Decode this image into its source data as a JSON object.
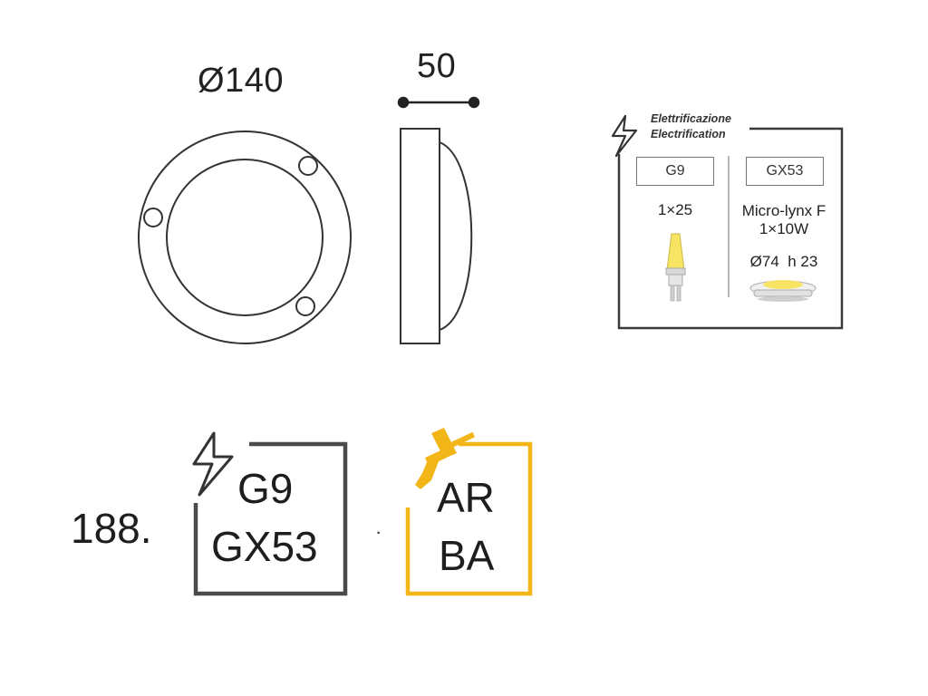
{
  "drawing": {
    "front_dimension": "Ø140",
    "side_dimension": "50"
  },
  "electrification_panel": {
    "title_it": "Elettrificazione",
    "title_en": "Electrification",
    "icon": "lightning-bolt-icon",
    "options": [
      {
        "socket": "G9",
        "spec": "1×25",
        "lamp_icon": "g9-capsule-bulb-icon"
      },
      {
        "socket": "GX53",
        "spec_line1": "Micro-lynx F",
        "spec_line2": "1×10W",
        "size": "Ø74  h 23",
        "lamp_icon": "gx53-disc-lamp-icon"
      }
    ]
  },
  "product": {
    "number": "188.",
    "sockets_line1": "G9",
    "sockets_line2": "GX53",
    "separator": "·",
    "finish_line1": "AR",
    "finish_line2": "BA",
    "electrical_color": "#4a4a4a",
    "finish_color": "#f2b619",
    "finish_icon": "paint-brush-icon"
  }
}
